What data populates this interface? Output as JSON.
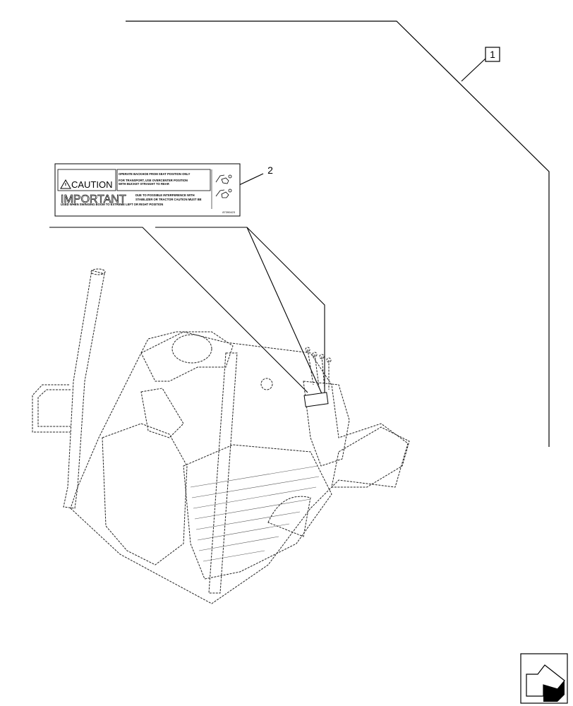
{
  "callouts": {
    "item1": "1",
    "item2": "2"
  },
  "decal": {
    "caution_title": "CAUTION",
    "caution_line1": "OPERATE BACKHOE FROM SEAT POSITION ONLY",
    "caution_line2": "FOR TRANSPORT, USE OVERCENTER POSITION",
    "caution_line3": "WITH BUCKET STRAIGHT TO REAR",
    "important_title": "IMPORTANT",
    "important_line1": "DUE TO POSSIBLE INTERFERENCE WITH",
    "important_line2": "STABILIZER OR TRACTOR CAUTION MUST BE",
    "important_line3": "USED WHEN SWINGING BOOM TO EXTREME LEFT OR RIGHT POSITION",
    "part_number": "87390423"
  },
  "icons": {
    "nav_arrow": "navigation-arrow-icon",
    "warning": "warning-triangle-icon"
  }
}
